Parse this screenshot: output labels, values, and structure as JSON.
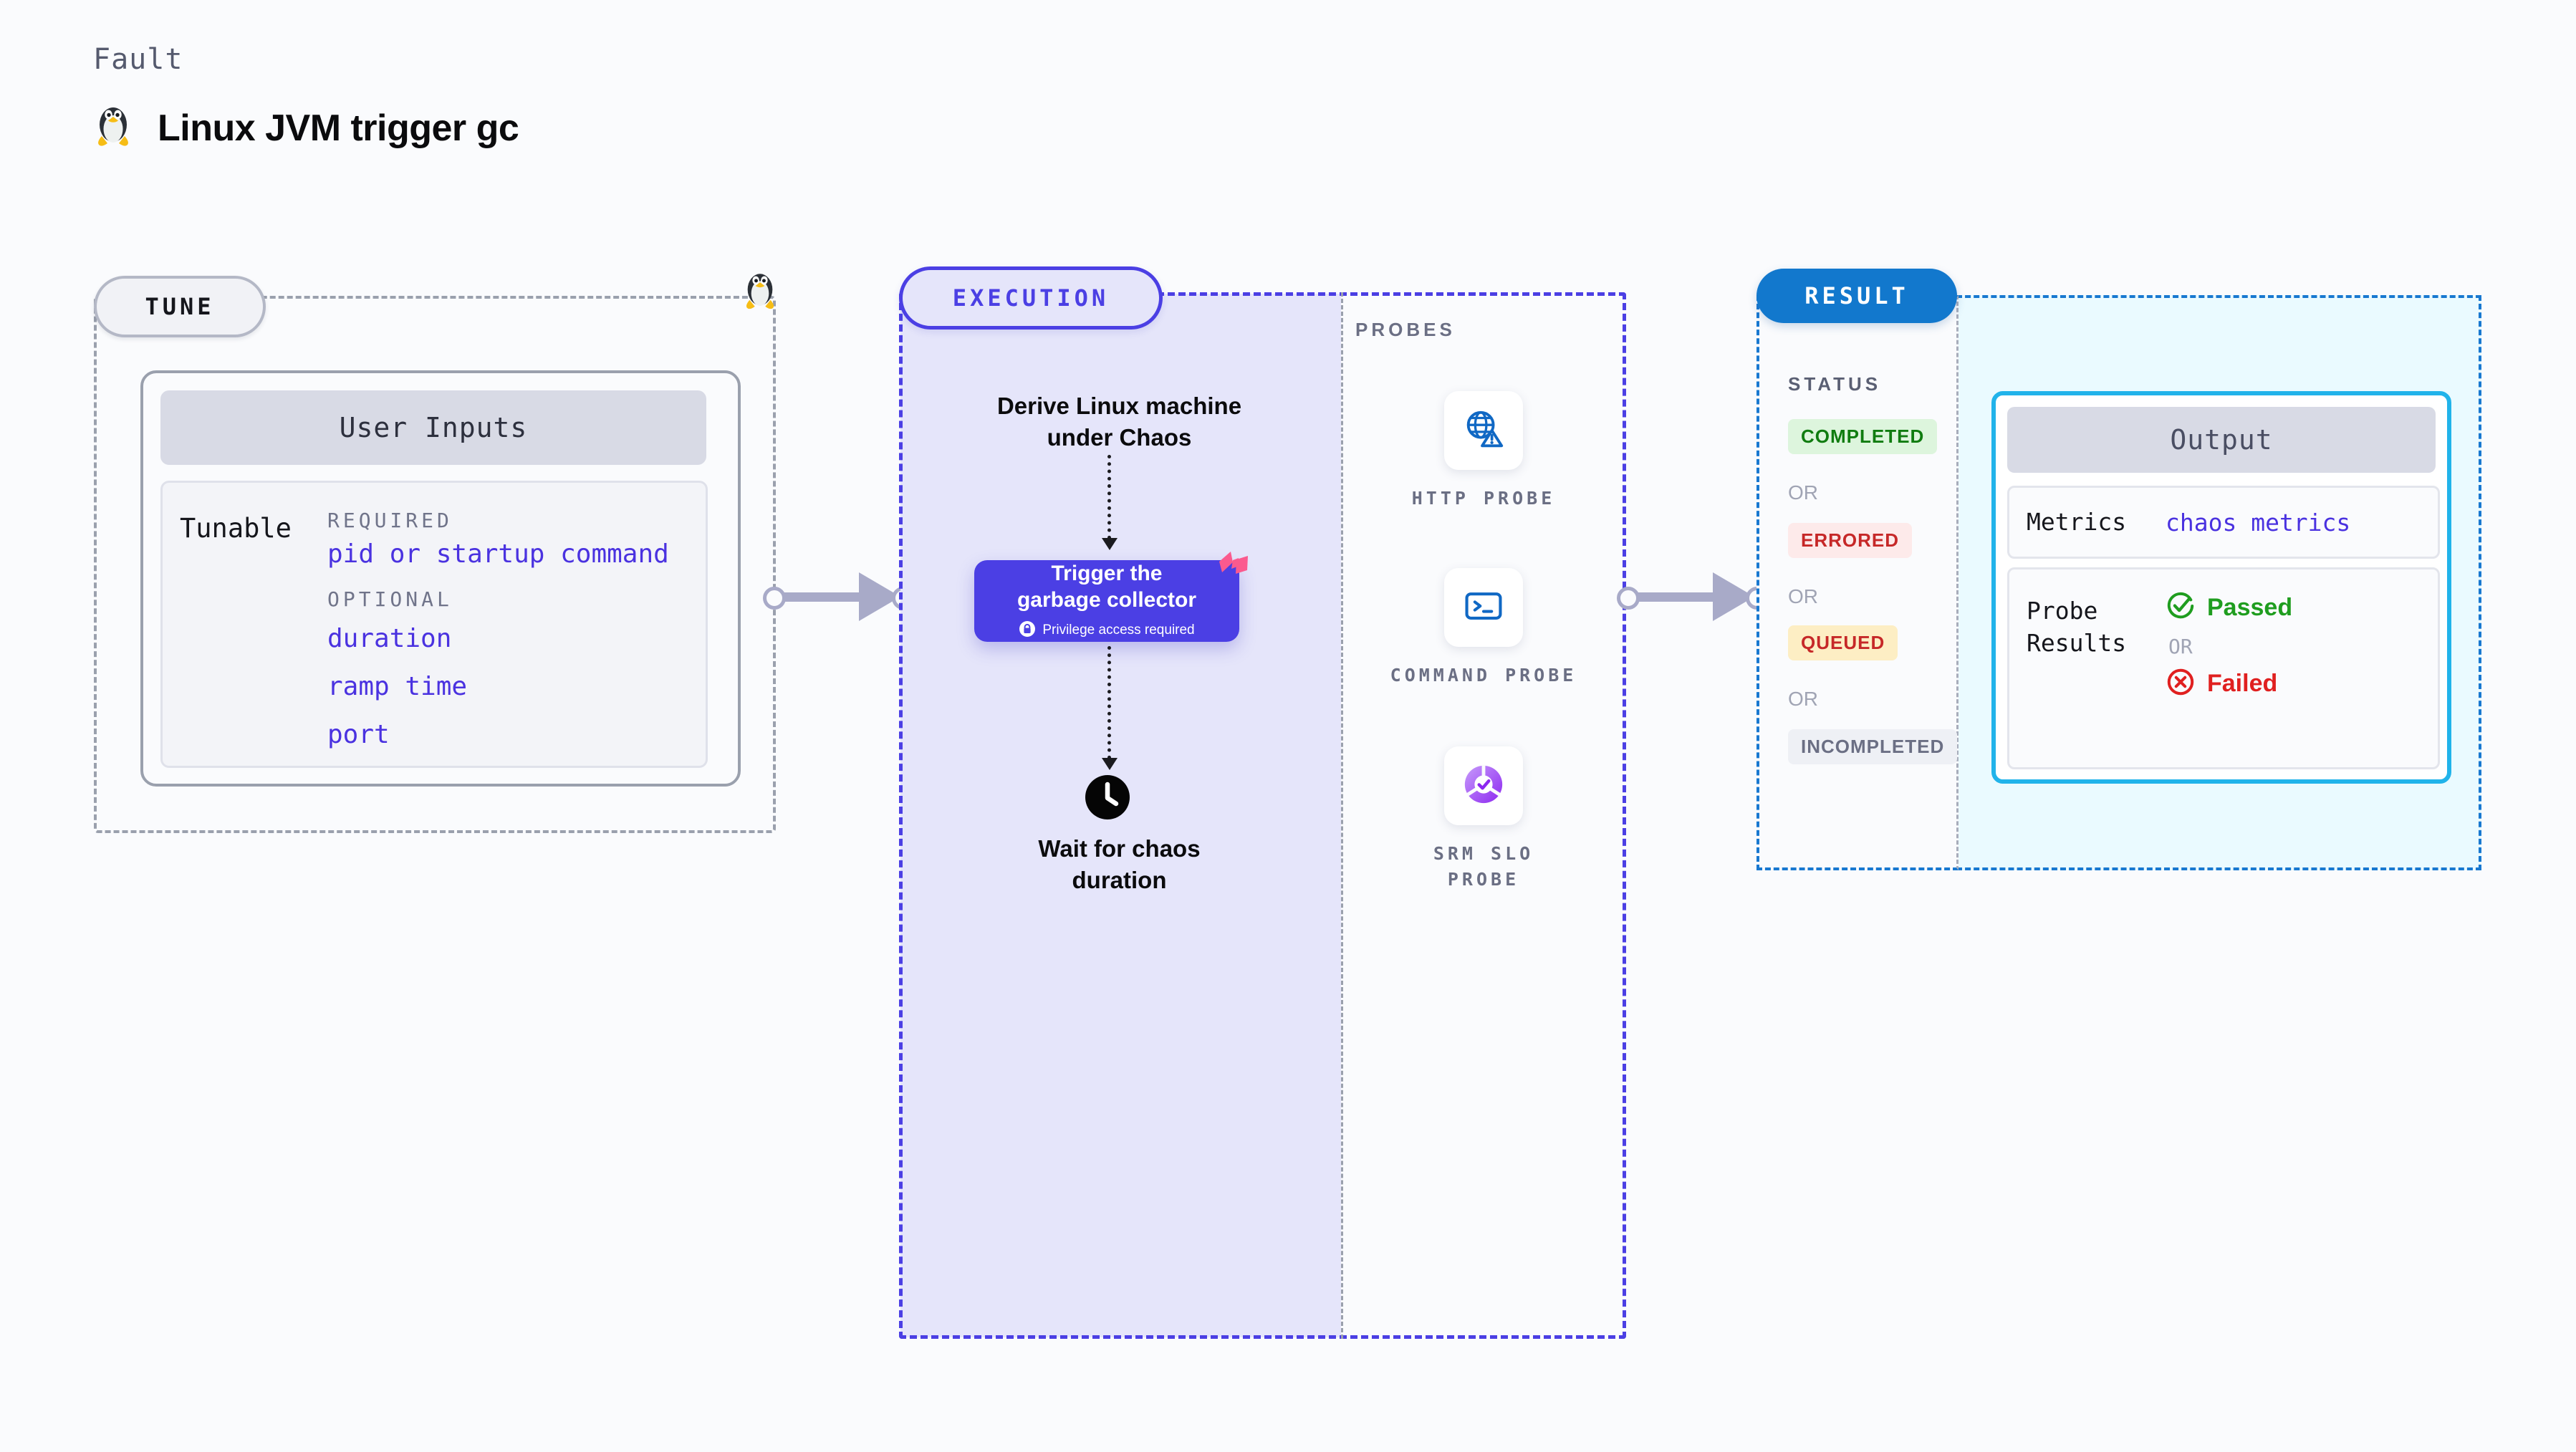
{
  "header": {
    "kicker": "Fault",
    "title": "Linux JVM trigger gc",
    "icon": "linux-penguin-icon"
  },
  "tune": {
    "pill_label": "TUNE",
    "card_header": "User Inputs",
    "tunable_label": "Tunable",
    "groups": [
      {
        "label": "REQUIRED",
        "fields": [
          "pid or startup command"
        ]
      },
      {
        "label": "OPTIONAL",
        "fields": [
          "duration",
          "ramp time",
          "port"
        ]
      }
    ],
    "edge_icon": "linux-penguin-icon"
  },
  "execution": {
    "pill_label": "EXECUTION",
    "step_derive": "Derive Linux machine\nunder Chaos",
    "trigger": {
      "title": "Trigger the\ngarbage collector",
      "privilege_note": "Privilege access required",
      "lock_icon": "lock-icon",
      "corner_icon": "litmus-ribbon-icon",
      "color": "#4b3fe4"
    },
    "wait": {
      "icon": "clock-icon",
      "label": "Wait for chaos\nduration"
    }
  },
  "probes": {
    "title": "PROBES",
    "items": [
      {
        "label": "HTTP PROBE",
        "icon": "globe-warning-icon",
        "color": "#1068c4"
      },
      {
        "label": "COMMAND PROBE",
        "icon": "terminal-icon",
        "color": "#1068c4"
      },
      {
        "label": "SRM SLO PROBE",
        "icon": "slo-donut-check-icon",
        "color": "#9b51f0"
      }
    ]
  },
  "result": {
    "pill_label": "RESULT",
    "status_title": "STATUS",
    "or_label": "OR",
    "statuses": [
      {
        "label": "COMPLETED",
        "bg": "#ddf5dd",
        "fg": "#107c10"
      },
      {
        "label": "ERRORED",
        "bg": "#fdeaea",
        "fg": "#c62828"
      },
      {
        "label": "QUEUED",
        "bg": "#fdeec4",
        "fg": "#c62828"
      },
      {
        "label": "INCOMPLETED",
        "bg": "#eef0f5",
        "fg": "#6b6f84"
      }
    ],
    "output": {
      "header": "Output",
      "metrics_key": "Metrics",
      "metrics_value": "chaos metrics",
      "probe_key": "Probe\nResults",
      "passed": {
        "label": "Passed",
        "icon": "check-circle-icon",
        "color": "#1f9d1f"
      },
      "failed": {
        "label": "Failed",
        "icon": "x-circle-icon",
        "color": "#e02020"
      },
      "or_label": "OR",
      "accent": "#21b3ea"
    }
  },
  "connectors": {
    "arrow_color": "#a8aac8"
  }
}
